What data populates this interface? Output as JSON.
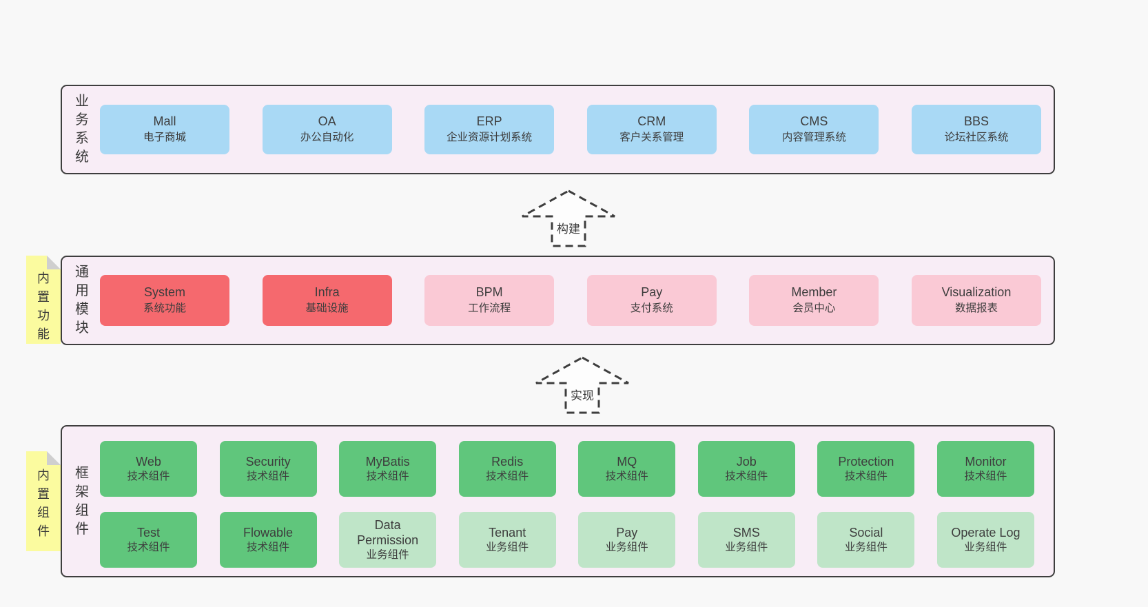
{
  "colors": {
    "page_background": "#f8f8f8",
    "section_background": "#f8edf6",
    "section_border": "#3e3e3e",
    "box_blue": "#a9d9f5",
    "box_red": "#f5696e",
    "box_pink": "#fac9d5",
    "box_green": "#60c67c",
    "box_light_green": "#bfe5c8",
    "note_yellow": "#fbfb9f",
    "note_fold_gray": "#cfcfcf",
    "text": "#3d3d3d"
  },
  "sections": [
    {
      "label": "业务系统",
      "boxes": [
        {
          "en": "Mall",
          "zh": "电子商城",
          "color": "blue"
        },
        {
          "en": "OA",
          "zh": "办公自动化",
          "color": "blue"
        },
        {
          "en": "ERP",
          "zh": "企业资源计划系统",
          "color": "blue"
        },
        {
          "en": "CRM",
          "zh": "客户关系管理",
          "color": "blue"
        },
        {
          "en": "CMS",
          "zh": "内容管理系统",
          "color": "blue"
        },
        {
          "en": "BBS",
          "zh": "论坛社区系统",
          "color": "blue"
        }
      ]
    },
    {
      "label": "通用模块",
      "note": "内置功能",
      "boxes": [
        {
          "en": "System",
          "zh": "系统功能",
          "color": "red"
        },
        {
          "en": "Infra",
          "zh": "基础设施",
          "color": "red"
        },
        {
          "en": "BPM",
          "zh": "工作流程",
          "color": "pink"
        },
        {
          "en": "Pay",
          "zh": "支付系统",
          "color": "pink"
        },
        {
          "en": "Member",
          "zh": "会员中心",
          "color": "pink"
        },
        {
          "en": "Visualization",
          "zh": "数据报表",
          "color": "pink"
        }
      ]
    },
    {
      "label": "框架组件",
      "note": "内置组件",
      "rows": [
        [
          {
            "en": "Web",
            "zh": "技术组件",
            "color": "green"
          },
          {
            "en": "Security",
            "zh": "技术组件",
            "color": "green"
          },
          {
            "en": "MyBatis",
            "zh": "技术组件",
            "color": "green"
          },
          {
            "en": "Redis",
            "zh": "技术组件",
            "color": "green"
          },
          {
            "en": "MQ",
            "zh": "技术组件",
            "color": "green"
          },
          {
            "en": "Job",
            "zh": "技术组件",
            "color": "green"
          },
          {
            "en": "Protection",
            "zh": "技术组件",
            "color": "green"
          },
          {
            "en": "Monitor",
            "zh": "技术组件",
            "color": "green"
          }
        ],
        [
          {
            "en": "Test",
            "zh": "技术组件",
            "color": "green"
          },
          {
            "en": "Flowable",
            "zh": "技术组件",
            "color": "green"
          },
          {
            "en": "Data\nPermission",
            "zh": "业务组件",
            "color": "lightgreen"
          },
          {
            "en": "Tenant",
            "zh": "业务组件",
            "color": "lightgreen"
          },
          {
            "en": "Pay",
            "zh": "业务组件",
            "color": "lightgreen"
          },
          {
            "en": "SMS",
            "zh": "业务组件",
            "color": "lightgreen"
          },
          {
            "en": "Social",
            "zh": "业务组件",
            "color": "lightgreen"
          },
          {
            "en": "Operate Log",
            "zh": "业务组件",
            "color": "lightgreen"
          }
        ]
      ]
    }
  ],
  "arrows": [
    {
      "label": "构建"
    },
    {
      "label": "实现"
    }
  ]
}
